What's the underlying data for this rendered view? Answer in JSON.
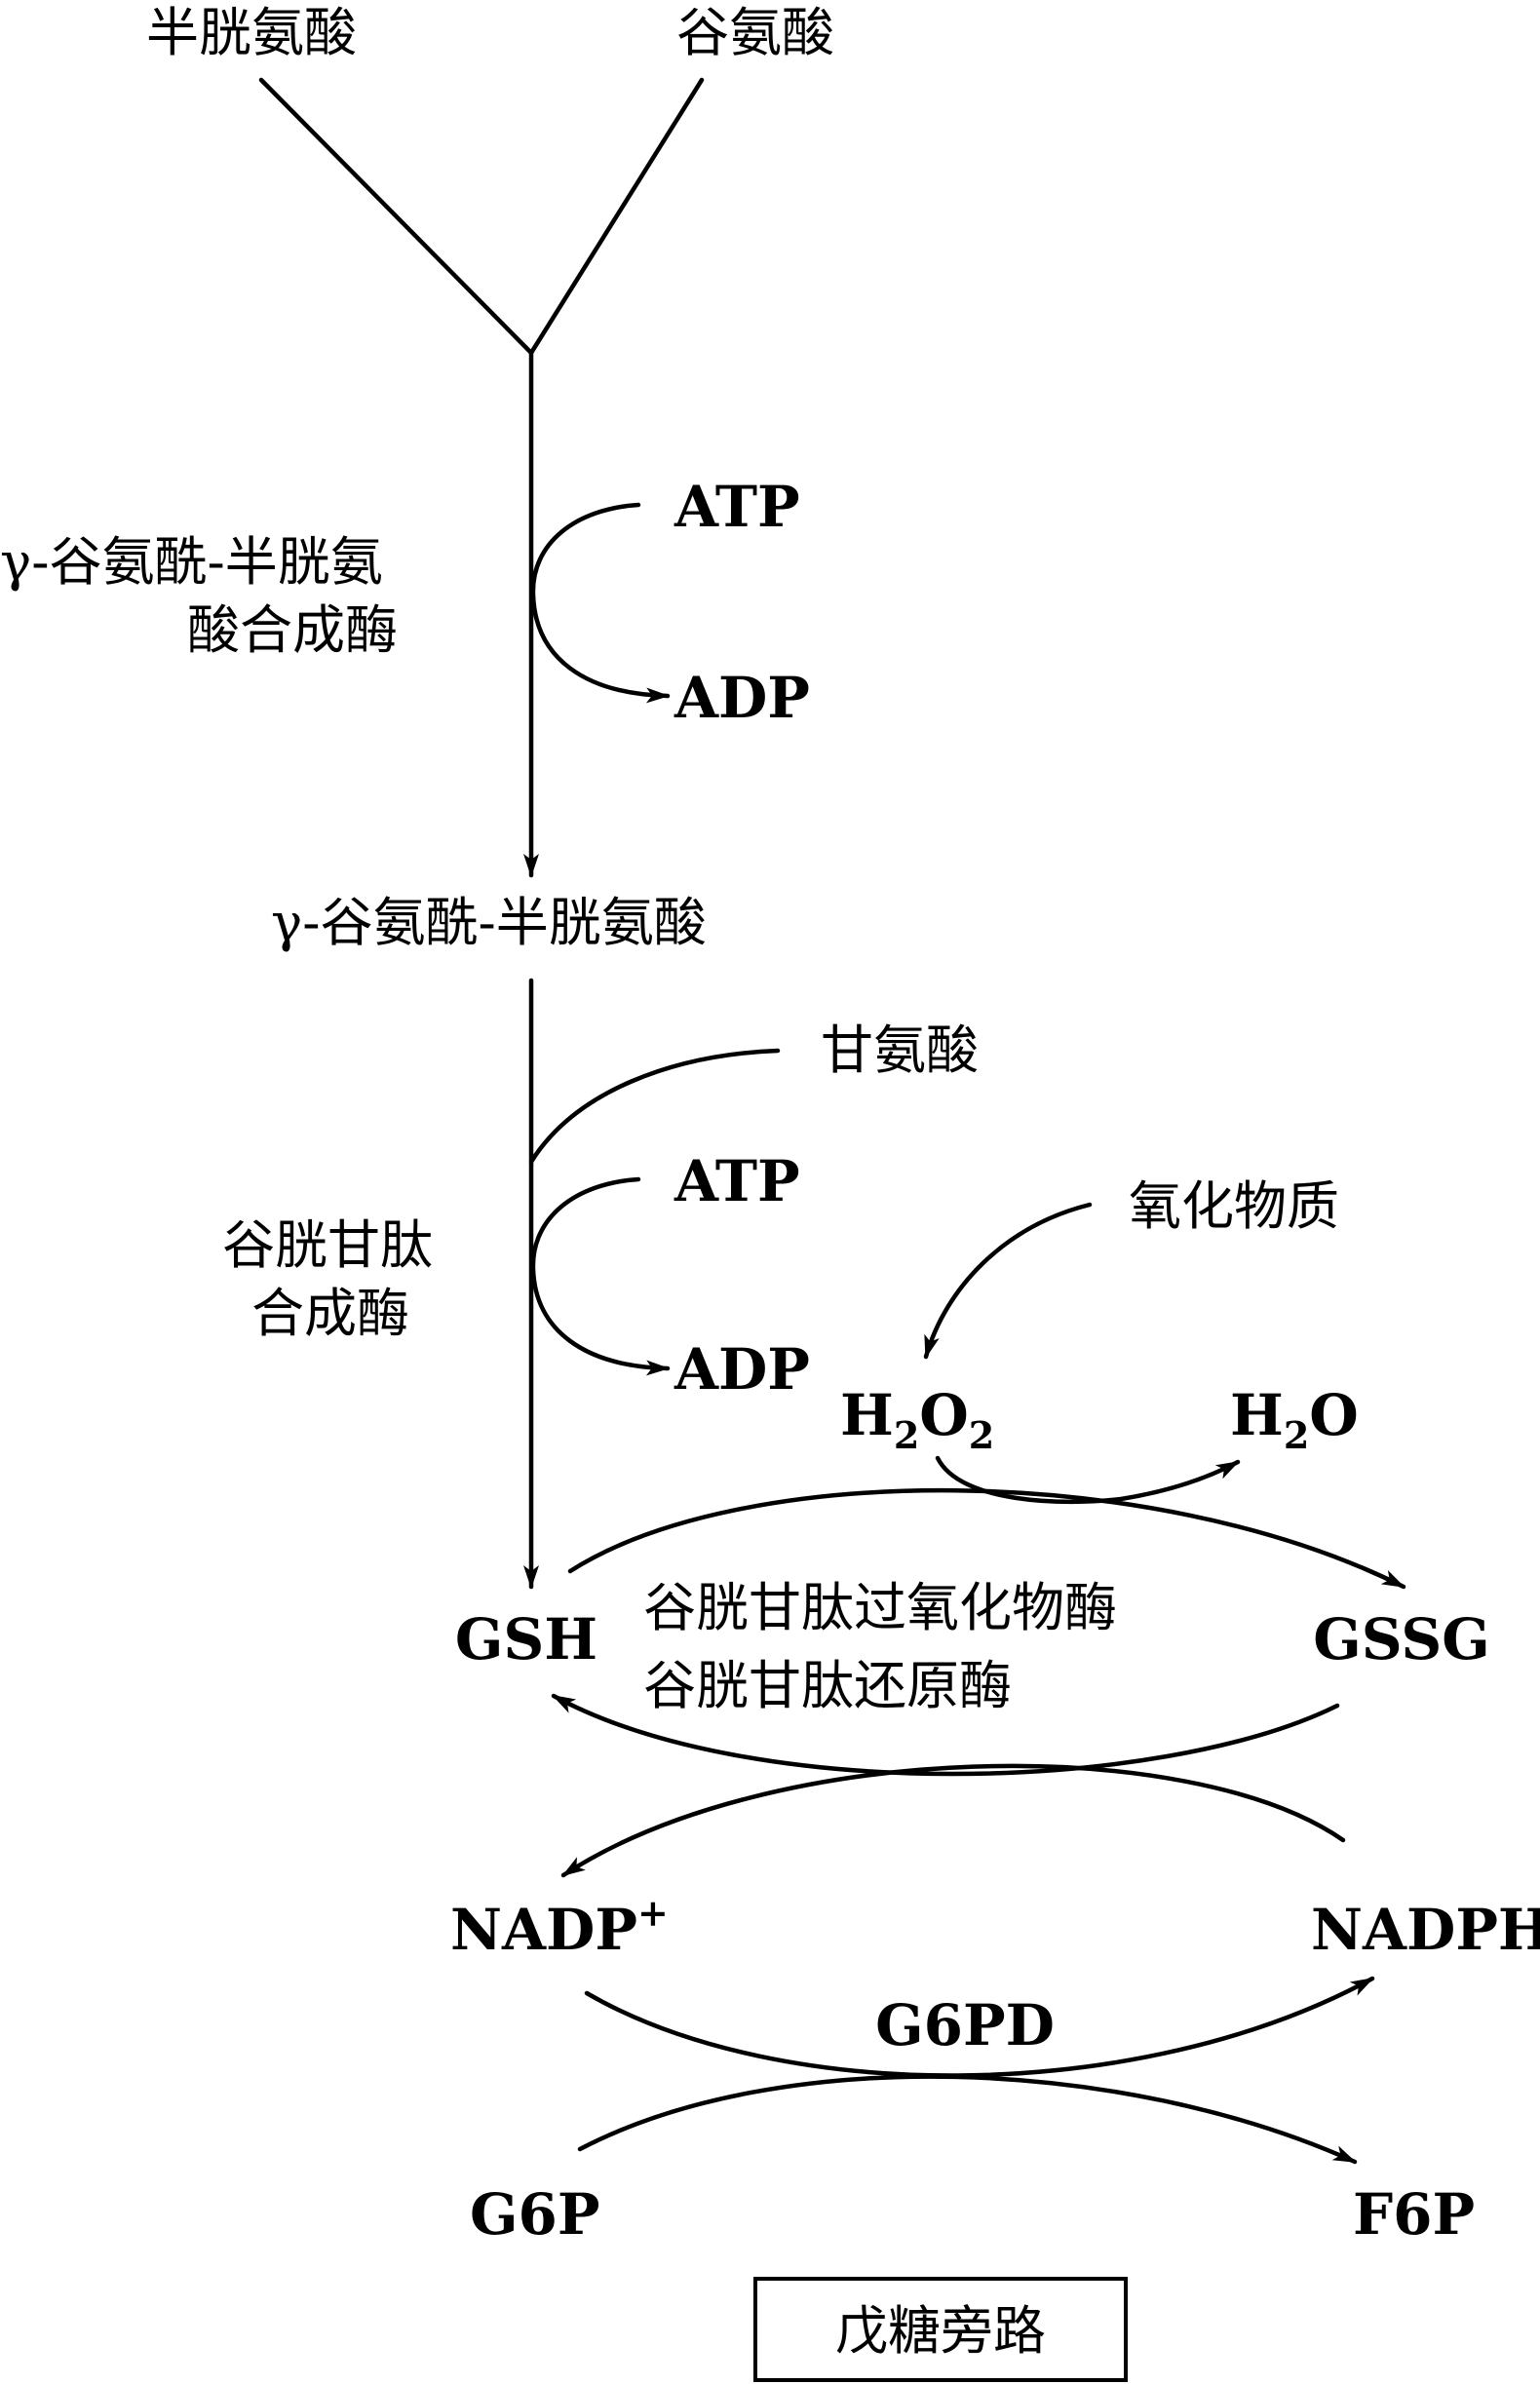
{
  "nodes": {
    "cysteine": "半胱氨酸",
    "glutamate": "谷氨酸",
    "gamma_glu_cys": "γ-谷氨酰-半胱氨酸",
    "glycine": "甘氨酸",
    "oxidants": "氧化物质",
    "gsh": "GSH",
    "gssg": "GSSG",
    "nadp_plus": "NADP",
    "nadp_plus_sup": "+",
    "nadph": "NADPH",
    "g6p": "G6P",
    "f6p": "F6P",
    "h2o2_h": "H",
    "h2o2_2a": "2",
    "h2o2_o": "O",
    "h2o2_2b": "2",
    "h2o_h": "H",
    "h2o_2": "2",
    "h2o_o": "O"
  },
  "cofactors": {
    "atp_1": "ATP",
    "adp_1": "ADP",
    "atp_2": "ATP",
    "adp_2": "ADP"
  },
  "enzymes": {
    "gcs_line1": "γ-谷氨酰-半胱氨",
    "gcs_line2": "酸合成酶",
    "gs_line1": "谷胱甘肽",
    "gs_line2": "合成酶",
    "gpx": "谷胱甘肽过氧化物酶",
    "gr": "谷胱甘肽还原酶",
    "g6pd": "G6PD"
  },
  "pathway_box": {
    "label": "戊糖旁路"
  }
}
